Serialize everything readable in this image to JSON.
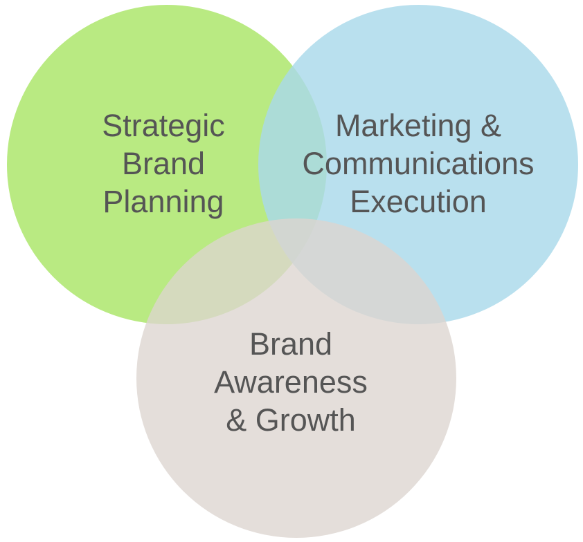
{
  "diagram": {
    "type": "venn",
    "sets": [
      {
        "id": "strategic",
        "lines": [
          "Strategic",
          "Brand",
          "Planning"
        ],
        "color": "#b9ea82"
      },
      {
        "id": "marketing",
        "lines": [
          "Marketing &",
          "Communications",
          "Execution"
        ],
        "color": "#b3dcea"
      },
      {
        "id": "awareness",
        "lines": [
          "Brand",
          "Awareness",
          "& Growth"
        ],
        "color": "#e2dbd6"
      }
    ],
    "text_color": "#555555"
  }
}
